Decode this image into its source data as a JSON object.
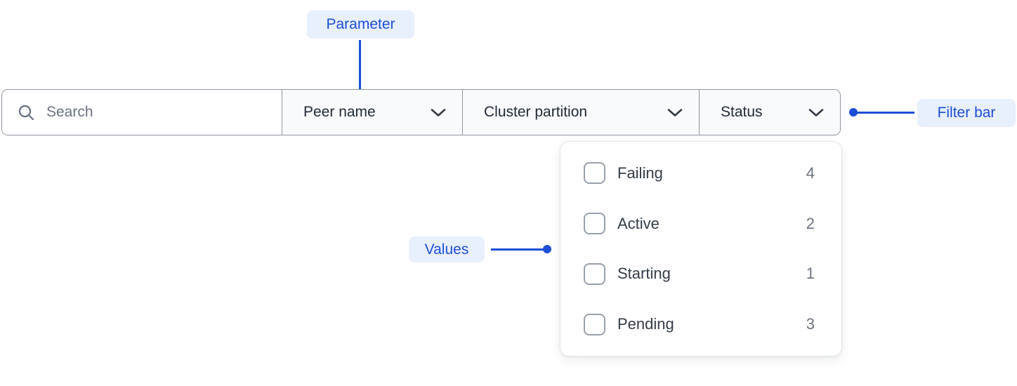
{
  "colors": {
    "accent_blue": "#1d4ed8",
    "annotation_pill_bg": "#e8effd",
    "filter_bar_border": "#8f97a2",
    "dropdown_section_bg": "#f9fafb",
    "menu_panel_bg": "#ffffff",
    "text_dark": "#1f2937",
    "text_muted": "#6b7280"
  },
  "annotations": {
    "parameter": {
      "label": "Parameter"
    },
    "filter_bar": {
      "label": "Filter bar"
    },
    "values": {
      "label": "Values"
    }
  },
  "filter_bar": {
    "search": {
      "placeholder": "Search",
      "value": ""
    },
    "dropdowns": [
      {
        "label": "Peer name"
      },
      {
        "label": "Cluster partition"
      },
      {
        "label": "Status"
      }
    ]
  },
  "status_menu": {
    "options": [
      {
        "label": "Failing",
        "count": "4",
        "checked": false
      },
      {
        "label": "Active",
        "count": "2",
        "checked": false
      },
      {
        "label": "Starting",
        "count": "1",
        "checked": false
      },
      {
        "label": "Pending",
        "count": "3",
        "checked": false
      }
    ]
  }
}
